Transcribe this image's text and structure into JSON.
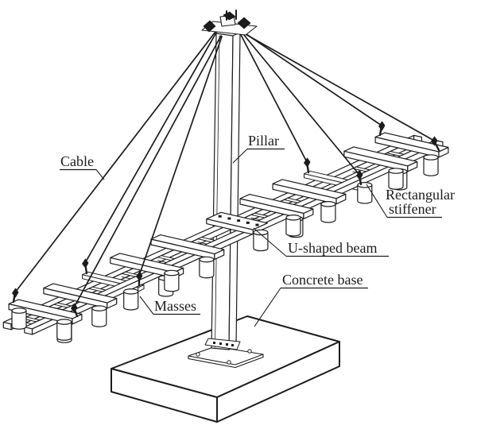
{
  "figure": {
    "background_color": "#ffffff",
    "ink_color": "#1c1c1c",
    "labels": {
      "cable": "Cable",
      "pillar": "Pillar",
      "rectangular_stiffener_line1": "Rectangular",
      "rectangular_stiffener_line2": "stiffener",
      "u_shaped_beam": "U-shaped beam",
      "masses": "Masses",
      "concrete_base": "Concrete base"
    }
  }
}
